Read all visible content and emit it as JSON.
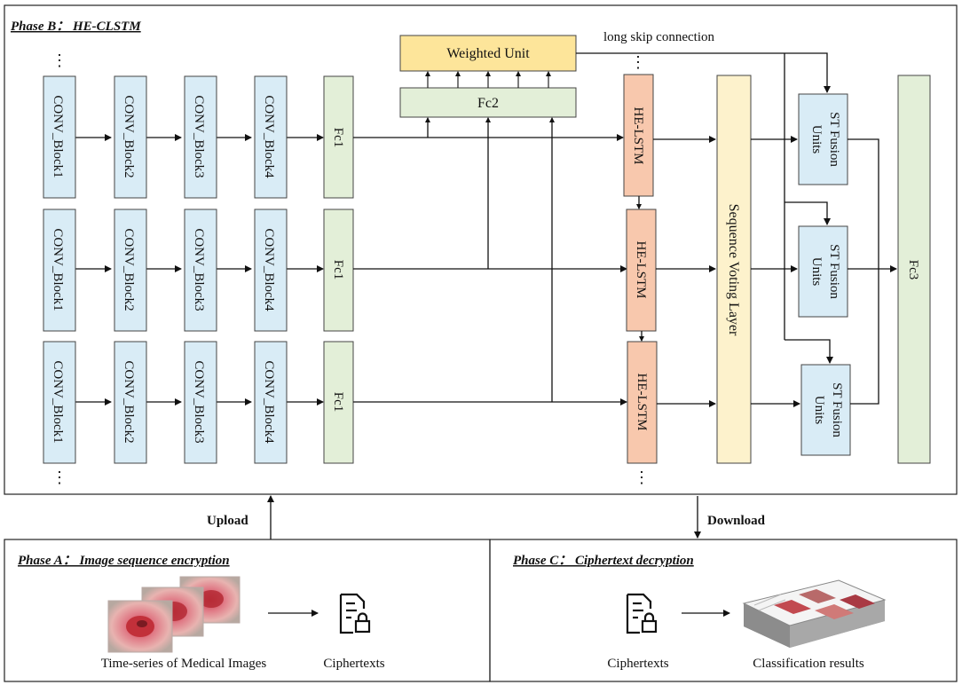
{
  "phase_b": {
    "title": "Phase B： HE-CLSTM",
    "conv_blocks": [
      "CONV_Block1",
      "CONV_Block2",
      "CONV_Block3",
      "CONV_Block4"
    ],
    "fc1": "Fc1",
    "fc2": "Fc2",
    "weighted_unit": "Weighted Unit",
    "long_skip": "long skip connection",
    "he_lstm": "HE-LSTM",
    "voting_layer": "Sequence Voting Layer",
    "st_fusion": [
      "ST Fusion",
      "Units"
    ],
    "fc3": "Fc3",
    "ellipsis": "⋮"
  },
  "arrows": {
    "upload": "Upload",
    "download": "Download"
  },
  "phase_a": {
    "title": "Phase A： Image sequence encryption",
    "images_caption": "Time-series of Medical Images",
    "ciphertexts": "Ciphertexts"
  },
  "phase_c": {
    "title": "Phase C： Ciphertext decryption",
    "ciphertexts": "Ciphertexts",
    "results": "Classification results"
  },
  "colors": {
    "conv": "#d9ecf6",
    "fc": "#e3efd8",
    "weighted": "#fde59a",
    "lstm": "#f8c8ad",
    "voting": "#fdf2cc",
    "fusion": "#d9ecf6",
    "fc3": "#e3efd8"
  }
}
